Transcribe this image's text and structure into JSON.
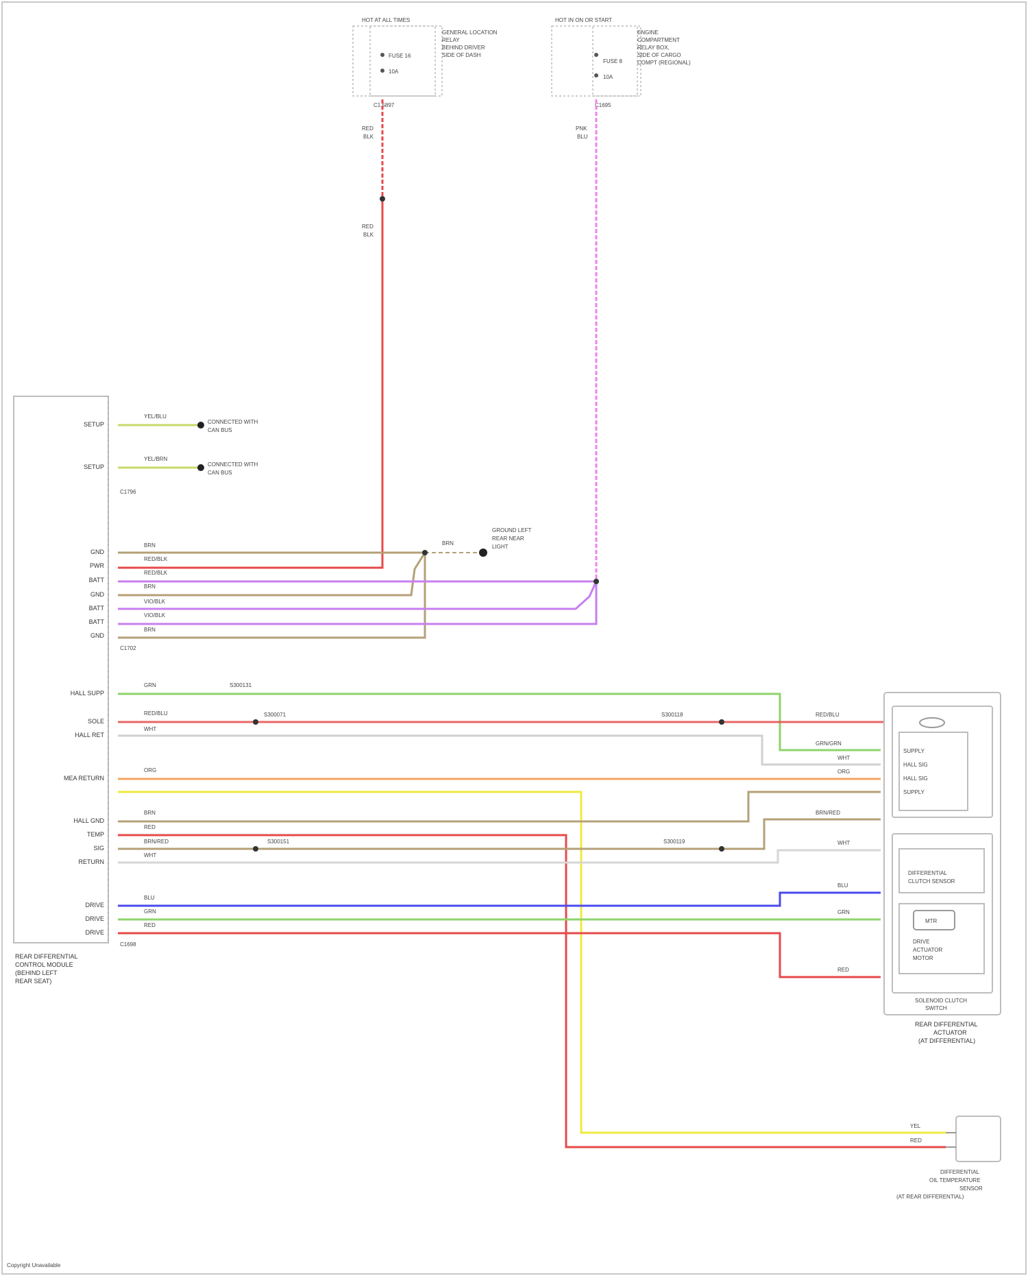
{
  "footer_text": "Copyright Unavailable",
  "fuses": [
    {
      "top_label": "HOT AT ALL TIMES",
      "fuse_name": "FUSE 16",
      "fuse_amp": "10A",
      "desc": [
        "GENERAL LOCATION",
        "RELAY",
        "BEHIND DRIVER",
        "SIDE OF DASH"
      ],
      "connector": "C1 5897"
    },
    {
      "top_label": "HOT IN ON OR START",
      "fuse_name": "FUSE 8",
      "fuse_amp": "10A",
      "desc": [
        "ENGINE",
        "COMPARTMENT",
        "RELAY BOX,",
        "SIDE OF CARGO",
        "COMPT (REGIONAL)"
      ],
      "connector": "C1695"
    }
  ],
  "fuse_wires": [
    {
      "color": "RED",
      "code": "BLK"
    },
    {
      "color": "RED",
      "code": "BLK"
    },
    {
      "color": "PNK",
      "code": "BLU"
    }
  ],
  "control_module": {
    "label": [
      "REAR DIFFERENTIAL",
      "CONTROL MODULE",
      "(BEHIND LEFT",
      "REAR SEAT)"
    ],
    "connectors": [
      "C1796",
      "C1702",
      "C1698"
    ],
    "pins": [
      {
        "name": "SETUP",
        "wire": "YEL/BLU",
        "dest": [
          "CONNECTED WITH",
          "CAN BUS"
        ]
      },
      {
        "name": "SETUP",
        "wire": "YEL/BRN",
        "dest": [
          "CONNECTED WITH",
          "CAN BUS"
        ]
      },
      {
        "name": "GND",
        "wire": "BRN"
      },
      {
        "name": "PWR",
        "wire": "RED/BLK"
      },
      {
        "name": "BATT",
        "wire": "RED/BLK"
      },
      {
        "name": "GND",
        "wire": "BRN"
      },
      {
        "name": "BATT",
        "wire": "VIO/BLK"
      },
      {
        "name": "BATT",
        "wire": "VIO/BLK"
      },
      {
        "name": "GND",
        "wire": "BRN"
      },
      {
        "name": "HALL SUPP",
        "wire": "GRN"
      },
      {
        "name": "SOLE",
        "wire": "RED/BLU"
      },
      {
        "name": "HALL RET",
        "wire": "WHT"
      },
      {
        "name": "MEA RETURN",
        "wire": "ORG"
      },
      {
        "name": "HALL GND",
        "wire": "BRN"
      },
      {
        "name": "TEMP",
        "wire": "RED"
      },
      {
        "name": "SIG",
        "wire": "BRN/RED"
      },
      {
        "name": "RETURN",
        "wire": "WHT"
      },
      {
        "name": "DRIVE",
        "wire": "BLU"
      },
      {
        "name": "DRIVE",
        "wire": "GRN"
      },
      {
        "name": "DRIVE",
        "wire": "RED"
      }
    ]
  },
  "ground_label": [
    "GROUND LEFT",
    "REAR NEAR",
    "LIGHT"
  ],
  "ground_wire": "BRN",
  "splices": {
    "hall_supp": "S300131",
    "sole_left": "S300071",
    "sole_right": "S300118",
    "sig_left": "S300151",
    "sig_right": "S300119"
  },
  "actuator": {
    "title": [
      "REAR DIFFERENTIAL",
      "ACTUATOR",
      "(AT DIFFERENTIAL)"
    ],
    "pins": [
      "SUPPLY",
      "HALL SIG",
      "HALL SIG",
      "SUPPLY"
    ],
    "sensor_label": [
      "DIFFERENTIAL",
      "CLUTCH SENSOR"
    ],
    "motor_label": [
      "DRIVE",
      "ACTUATOR",
      "MOTOR"
    ],
    "switch_label": [
      "SOLENOID CLUTCH",
      "SWITCH"
    ],
    "motor_symbol": "MTR",
    "wire_labels": {
      "sole": "RED/BLU",
      "supply": "GRN/GRN",
      "hall1": "WHT",
      "hall2": "ORG",
      "ret": "WHT",
      "gnd": "BRN/RED",
      "sig": "WHT",
      "drive_blu": "BLU",
      "drive_grn": "GRN",
      "drive_red": "RED"
    }
  },
  "temp_sensor": {
    "label": [
      "DIFFERENTIAL",
      "OIL TEMPERATURE",
      "SENSOR",
      "(AT REAR DIFFERENTIAL)"
    ],
    "wire1": "YEL",
    "wire2": "RED"
  },
  "colors": {
    "red": "#e64a4a",
    "pink": "#ee82ee",
    "yellow_green": "#c8d96a",
    "brown": "#b5a078",
    "violet": "#c77ff0",
    "green": "#8ed46a",
    "orange": "#f4a460",
    "yellow": "#f0ea3c",
    "blue": "#4a4aee",
    "gray_box": "#bdbdbd"
  }
}
